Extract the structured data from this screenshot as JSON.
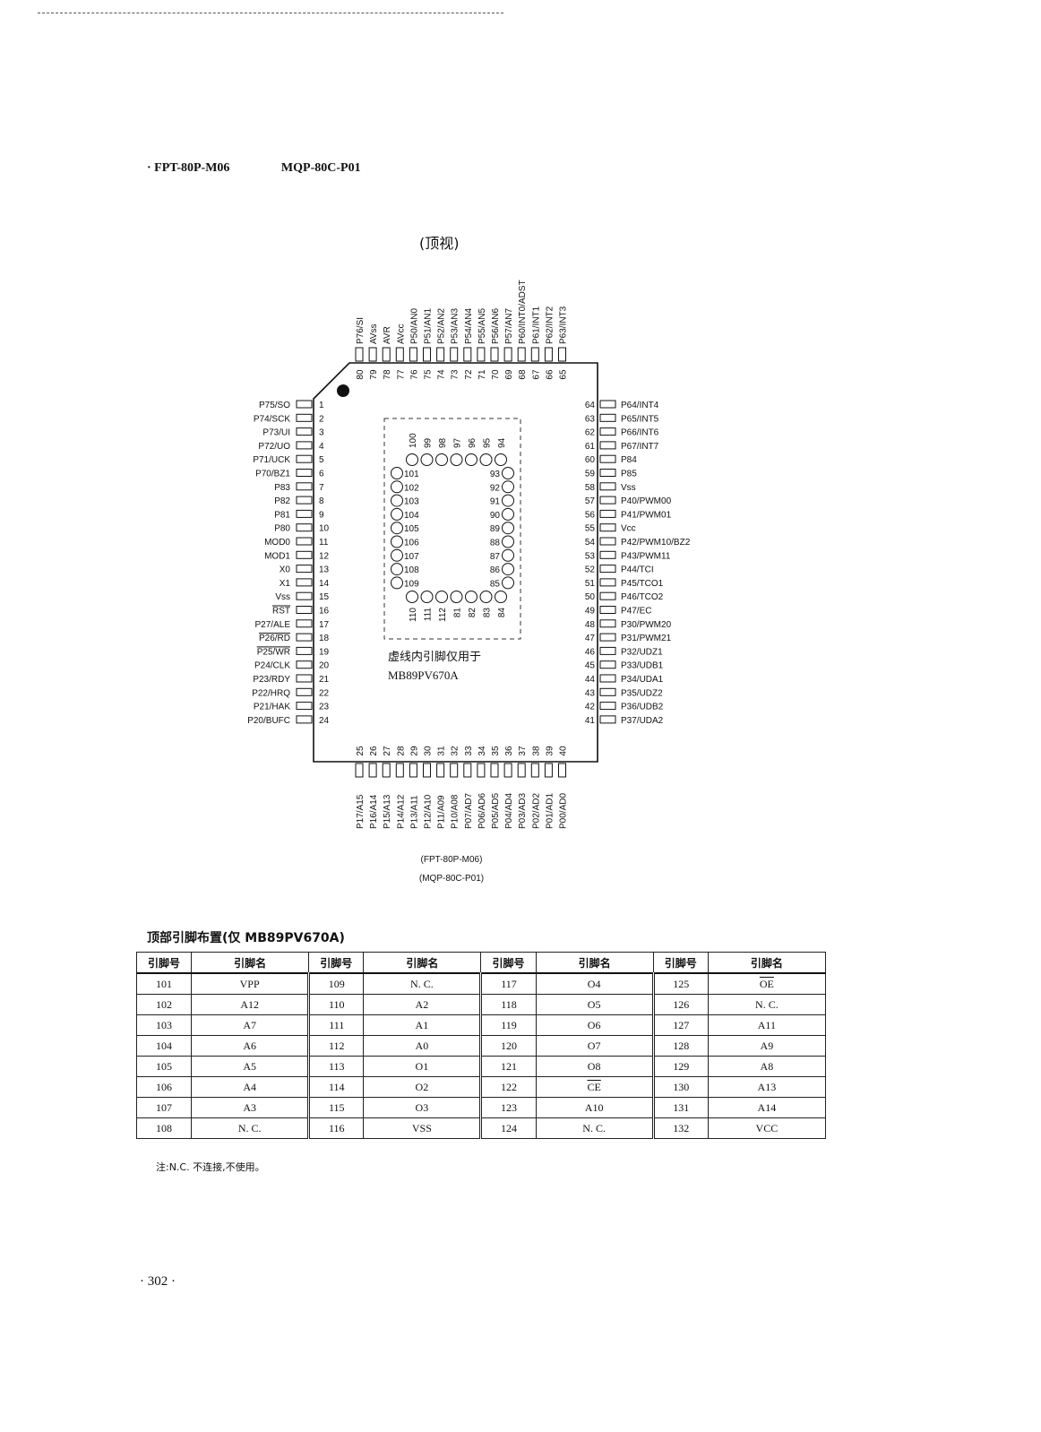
{
  "header": {
    "bullet": "·",
    "package_left": "FPT-80P-M06",
    "package_right": "MQP-80C-P01",
    "view": "(顶视)"
  },
  "chip": {
    "left_pins": [
      {
        "num": "1",
        "name": "P75/SO"
      },
      {
        "num": "2",
        "name": "P74/SCK"
      },
      {
        "num": "3",
        "name": "P73/UI"
      },
      {
        "num": "4",
        "name": "P72/UO"
      },
      {
        "num": "5",
        "name": "P71/UCK"
      },
      {
        "num": "6",
        "name": "P70/BZ1"
      },
      {
        "num": "7",
        "name": "P83"
      },
      {
        "num": "8",
        "name": "P82"
      },
      {
        "num": "9",
        "name": "P81"
      },
      {
        "num": "10",
        "name": "P80"
      },
      {
        "num": "11",
        "name": "MOD0"
      },
      {
        "num": "12",
        "name": "MOD1"
      },
      {
        "num": "13",
        "name": "X0"
      },
      {
        "num": "14",
        "name": "X1"
      },
      {
        "num": "15",
        "name": "Vss"
      },
      {
        "num": "16",
        "name": "RST"
      },
      {
        "num": "17",
        "name": "P27/ALE"
      },
      {
        "num": "18",
        "name": "P26/RD"
      },
      {
        "num": "19",
        "name": "P25/WR"
      },
      {
        "num": "20",
        "name": "P24/CLK"
      },
      {
        "num": "21",
        "name": "P23/RDY"
      },
      {
        "num": "22",
        "name": "P22/HRQ"
      },
      {
        "num": "23",
        "name": "P21/HAK"
      },
      {
        "num": "24",
        "name": "P20/BUFC"
      }
    ],
    "right_pins": [
      {
        "num": "64",
        "name": "P64/INT4"
      },
      {
        "num": "63",
        "name": "P65/INT5"
      },
      {
        "num": "62",
        "name": "P66/INT6"
      },
      {
        "num": "61",
        "name": "P67/INT7"
      },
      {
        "num": "60",
        "name": "P84"
      },
      {
        "num": "59",
        "name": "P85"
      },
      {
        "num": "58",
        "name": "Vss"
      },
      {
        "num": "57",
        "name": "P40/PWM00"
      },
      {
        "num": "56",
        "name": "P41/PWM01"
      },
      {
        "num": "55",
        "name": "Vcc"
      },
      {
        "num": "54",
        "name": "P42/PWM10/BZ2"
      },
      {
        "num": "53",
        "name": "P43/PWM11"
      },
      {
        "num": "52",
        "name": "P44/TCI"
      },
      {
        "num": "51",
        "name": "P45/TCO1"
      },
      {
        "num": "50",
        "name": "P46/TCO2"
      },
      {
        "num": "49",
        "name": "P47/EC"
      },
      {
        "num": "48",
        "name": "P30/PWM20"
      },
      {
        "num": "47",
        "name": "P31/PWM21"
      },
      {
        "num": "46",
        "name": "P32/UDZ1"
      },
      {
        "num": "45",
        "name": "P33/UDB1"
      },
      {
        "num": "44",
        "name": "P34/UDA1"
      },
      {
        "num": "43",
        "name": "P35/UDZ2"
      },
      {
        "num": "42",
        "name": "P36/UDB2"
      },
      {
        "num": "41",
        "name": "P37/UDA2"
      }
    ],
    "top_pins": [
      {
        "num": "80",
        "name": "P76/SI"
      },
      {
        "num": "79",
        "name": "AVss"
      },
      {
        "num": "78",
        "name": "AVR"
      },
      {
        "num": "77",
        "name": "AVcc"
      },
      {
        "num": "76",
        "name": "P50/AN0"
      },
      {
        "num": "75",
        "name": "P51/AN1"
      },
      {
        "num": "74",
        "name": "P52/AN2"
      },
      {
        "num": "73",
        "name": "P53/AN3"
      },
      {
        "num": "72",
        "name": "P54/AN4"
      },
      {
        "num": "71",
        "name": "P55/AN5"
      },
      {
        "num": "70",
        "name": "P56/AN6"
      },
      {
        "num": "69",
        "name": "P57/AN7"
      },
      {
        "num": "68",
        "name": "P60/INT0/ADST"
      },
      {
        "num": "67",
        "name": "P61/INT1"
      },
      {
        "num": "66",
        "name": "P62/INT2"
      },
      {
        "num": "65",
        "name": "P63/INT3"
      }
    ],
    "bottom_pins": [
      {
        "num": "25",
        "name": "P17/A15"
      },
      {
        "num": "26",
        "name": "P16/A14"
      },
      {
        "num": "27",
        "name": "P15/A13"
      },
      {
        "num": "28",
        "name": "P14/A12"
      },
      {
        "num": "29",
        "name": "P13/A11"
      },
      {
        "num": "30",
        "name": "P12/A10"
      },
      {
        "num": "31",
        "name": "P11/A09"
      },
      {
        "num": "32",
        "name": "P10/A08"
      },
      {
        "num": "33",
        "name": "P07/AD7"
      },
      {
        "num": "34",
        "name": "P06/AD6"
      },
      {
        "num": "35",
        "name": "P05/AD5"
      },
      {
        "num": "36",
        "name": "P04/AD4"
      },
      {
        "num": "37",
        "name": "P03/AD3"
      },
      {
        "num": "38",
        "name": "P02/AD2"
      },
      {
        "num": "39",
        "name": "P01/AD1"
      },
      {
        "num": "40",
        "name": "P00/AD0"
      }
    ],
    "inner_top": [
      "100",
      "99",
      "98",
      "97",
      "96",
      "95",
      "94"
    ],
    "inner_left": [
      "101",
      "102",
      "103",
      "104",
      "105",
      "106",
      "107",
      "108",
      "109"
    ],
    "inner_right": [
      "93",
      "92",
      "91",
      "90",
      "89",
      "88",
      "87",
      "86",
      "85"
    ],
    "inner_bottom": [
      "110",
      "111",
      "112",
      "81",
      "82",
      "83",
      "84"
    ],
    "inner_note_1": "虚线内引脚仅用于",
    "inner_note_2": "MB89PV670A",
    "caption_1": "(FPT-80P-M06)",
    "caption_2": "(MQP-80C-P01)"
  },
  "table": {
    "title": "顶部引脚布置(仅 MB89PV670A)",
    "col_num": "引脚号",
    "col_name": "引脚名",
    "rows": [
      [
        {
          "n": "101",
          "v": "VPP"
        },
        {
          "n": "109",
          "v": "N. C."
        },
        {
          "n": "117",
          "v": "O4"
        },
        {
          "n": "125",
          "v": "OE"
        }
      ],
      [
        {
          "n": "102",
          "v": "A12"
        },
        {
          "n": "110",
          "v": "A2"
        },
        {
          "n": "118",
          "v": "O5"
        },
        {
          "n": "126",
          "v": "N. C."
        }
      ],
      [
        {
          "n": "103",
          "v": "A7"
        },
        {
          "n": "111",
          "v": "A1"
        },
        {
          "n": "119",
          "v": "O6"
        },
        {
          "n": "127",
          "v": "A11"
        }
      ],
      [
        {
          "n": "104",
          "v": "A6"
        },
        {
          "n": "112",
          "v": "A0"
        },
        {
          "n": "120",
          "v": "O7"
        },
        {
          "n": "128",
          "v": "A9"
        }
      ],
      [
        {
          "n": "105",
          "v": "A5"
        },
        {
          "n": "113",
          "v": "O1"
        },
        {
          "n": "121",
          "v": "O8"
        },
        {
          "n": "129",
          "v": "A8"
        }
      ],
      [
        {
          "n": "106",
          "v": "A4"
        },
        {
          "n": "114",
          "v": "O2"
        },
        {
          "n": "122",
          "v": "CE"
        },
        {
          "n": "130",
          "v": "A13"
        }
      ],
      [
        {
          "n": "107",
          "v": "A3"
        },
        {
          "n": "115",
          "v": "O3"
        },
        {
          "n": "123",
          "v": "A10"
        },
        {
          "n": "131",
          "v": "A14"
        }
      ],
      [
        {
          "n": "108",
          "v": "N. C."
        },
        {
          "n": "116",
          "v": "VSS"
        },
        {
          "n": "124",
          "v": "N. C."
        },
        {
          "n": "132",
          "v": "VCC"
        }
      ]
    ],
    "note": "注:N.C. 不连接,不使用。"
  },
  "page_number": "· 302 ·"
}
